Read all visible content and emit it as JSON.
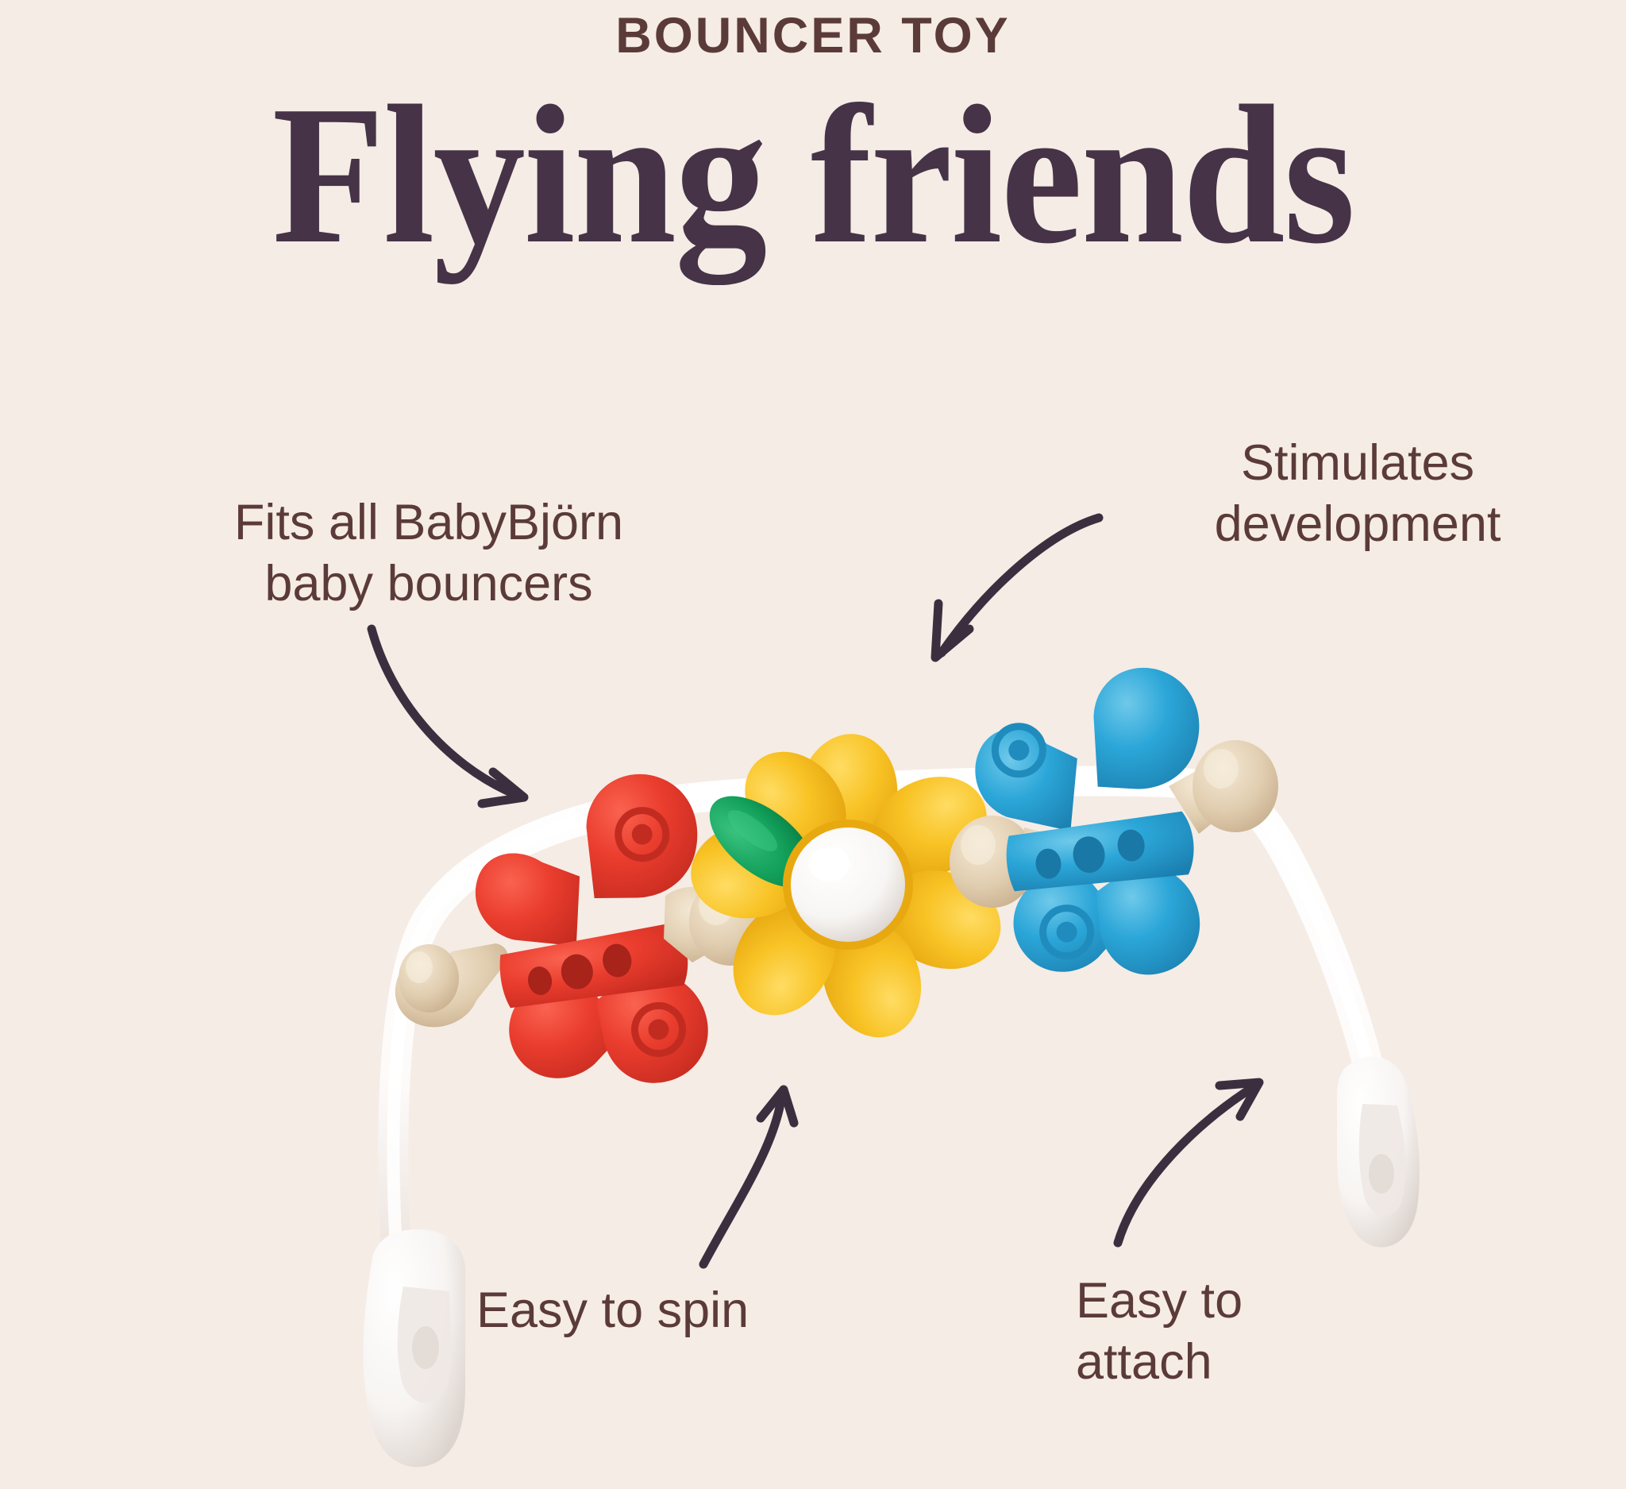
{
  "page": {
    "background_color": "#f5ece5",
    "eyebrow": "BOUNCER TOY",
    "headline": "Flying friends",
    "eyebrow_color": "#5b3b39",
    "headline_color": "#463348"
  },
  "callouts": [
    {
      "id": "fits",
      "text": "Fits all BabyBjörn\nbaby bouncers",
      "color": "#5b3b39",
      "arrow": "curves down-right toward red butterfly"
    },
    {
      "id": "stimulates",
      "text": "Stimulates\ndevelopment",
      "color": "#5b3b39",
      "arrow": "curves down-left toward blue butterfly"
    },
    {
      "id": "spin",
      "text": "Easy to spin",
      "color": "#5b3b39",
      "arrow": "curves up toward yellow flower"
    },
    {
      "id": "attach",
      "text": "Easy to\nattach",
      "color": "#5b3b39",
      "arrow": "curves up-right toward white clip"
    }
  ],
  "product": {
    "name": "Flying friends bouncer toy",
    "bar_color": "#ffffff",
    "bead_color": "#e2cfb2",
    "parts": [
      {
        "name": "attachment-clip-left",
        "color": "#ffffff"
      },
      {
        "name": "wooden-bead",
        "color": "#e2cfb2"
      },
      {
        "name": "red-butterfly",
        "color": "#e8392c"
      },
      {
        "name": "wooden-bead",
        "color": "#e2cfb2"
      },
      {
        "name": "yellow-flower",
        "color": "#f6bd1e"
      },
      {
        "name": "green-leaf",
        "color": "#12a05a"
      },
      {
        "name": "white-spin-ball",
        "color": "#ffffff"
      },
      {
        "name": "wooden-bead",
        "color": "#e2cfb2"
      },
      {
        "name": "blue-butterfly",
        "color": "#2ba6d8"
      },
      {
        "name": "wooden-bead",
        "color": "#e2cfb2"
      },
      {
        "name": "attachment-clip-right",
        "color": "#ffffff"
      }
    ]
  }
}
